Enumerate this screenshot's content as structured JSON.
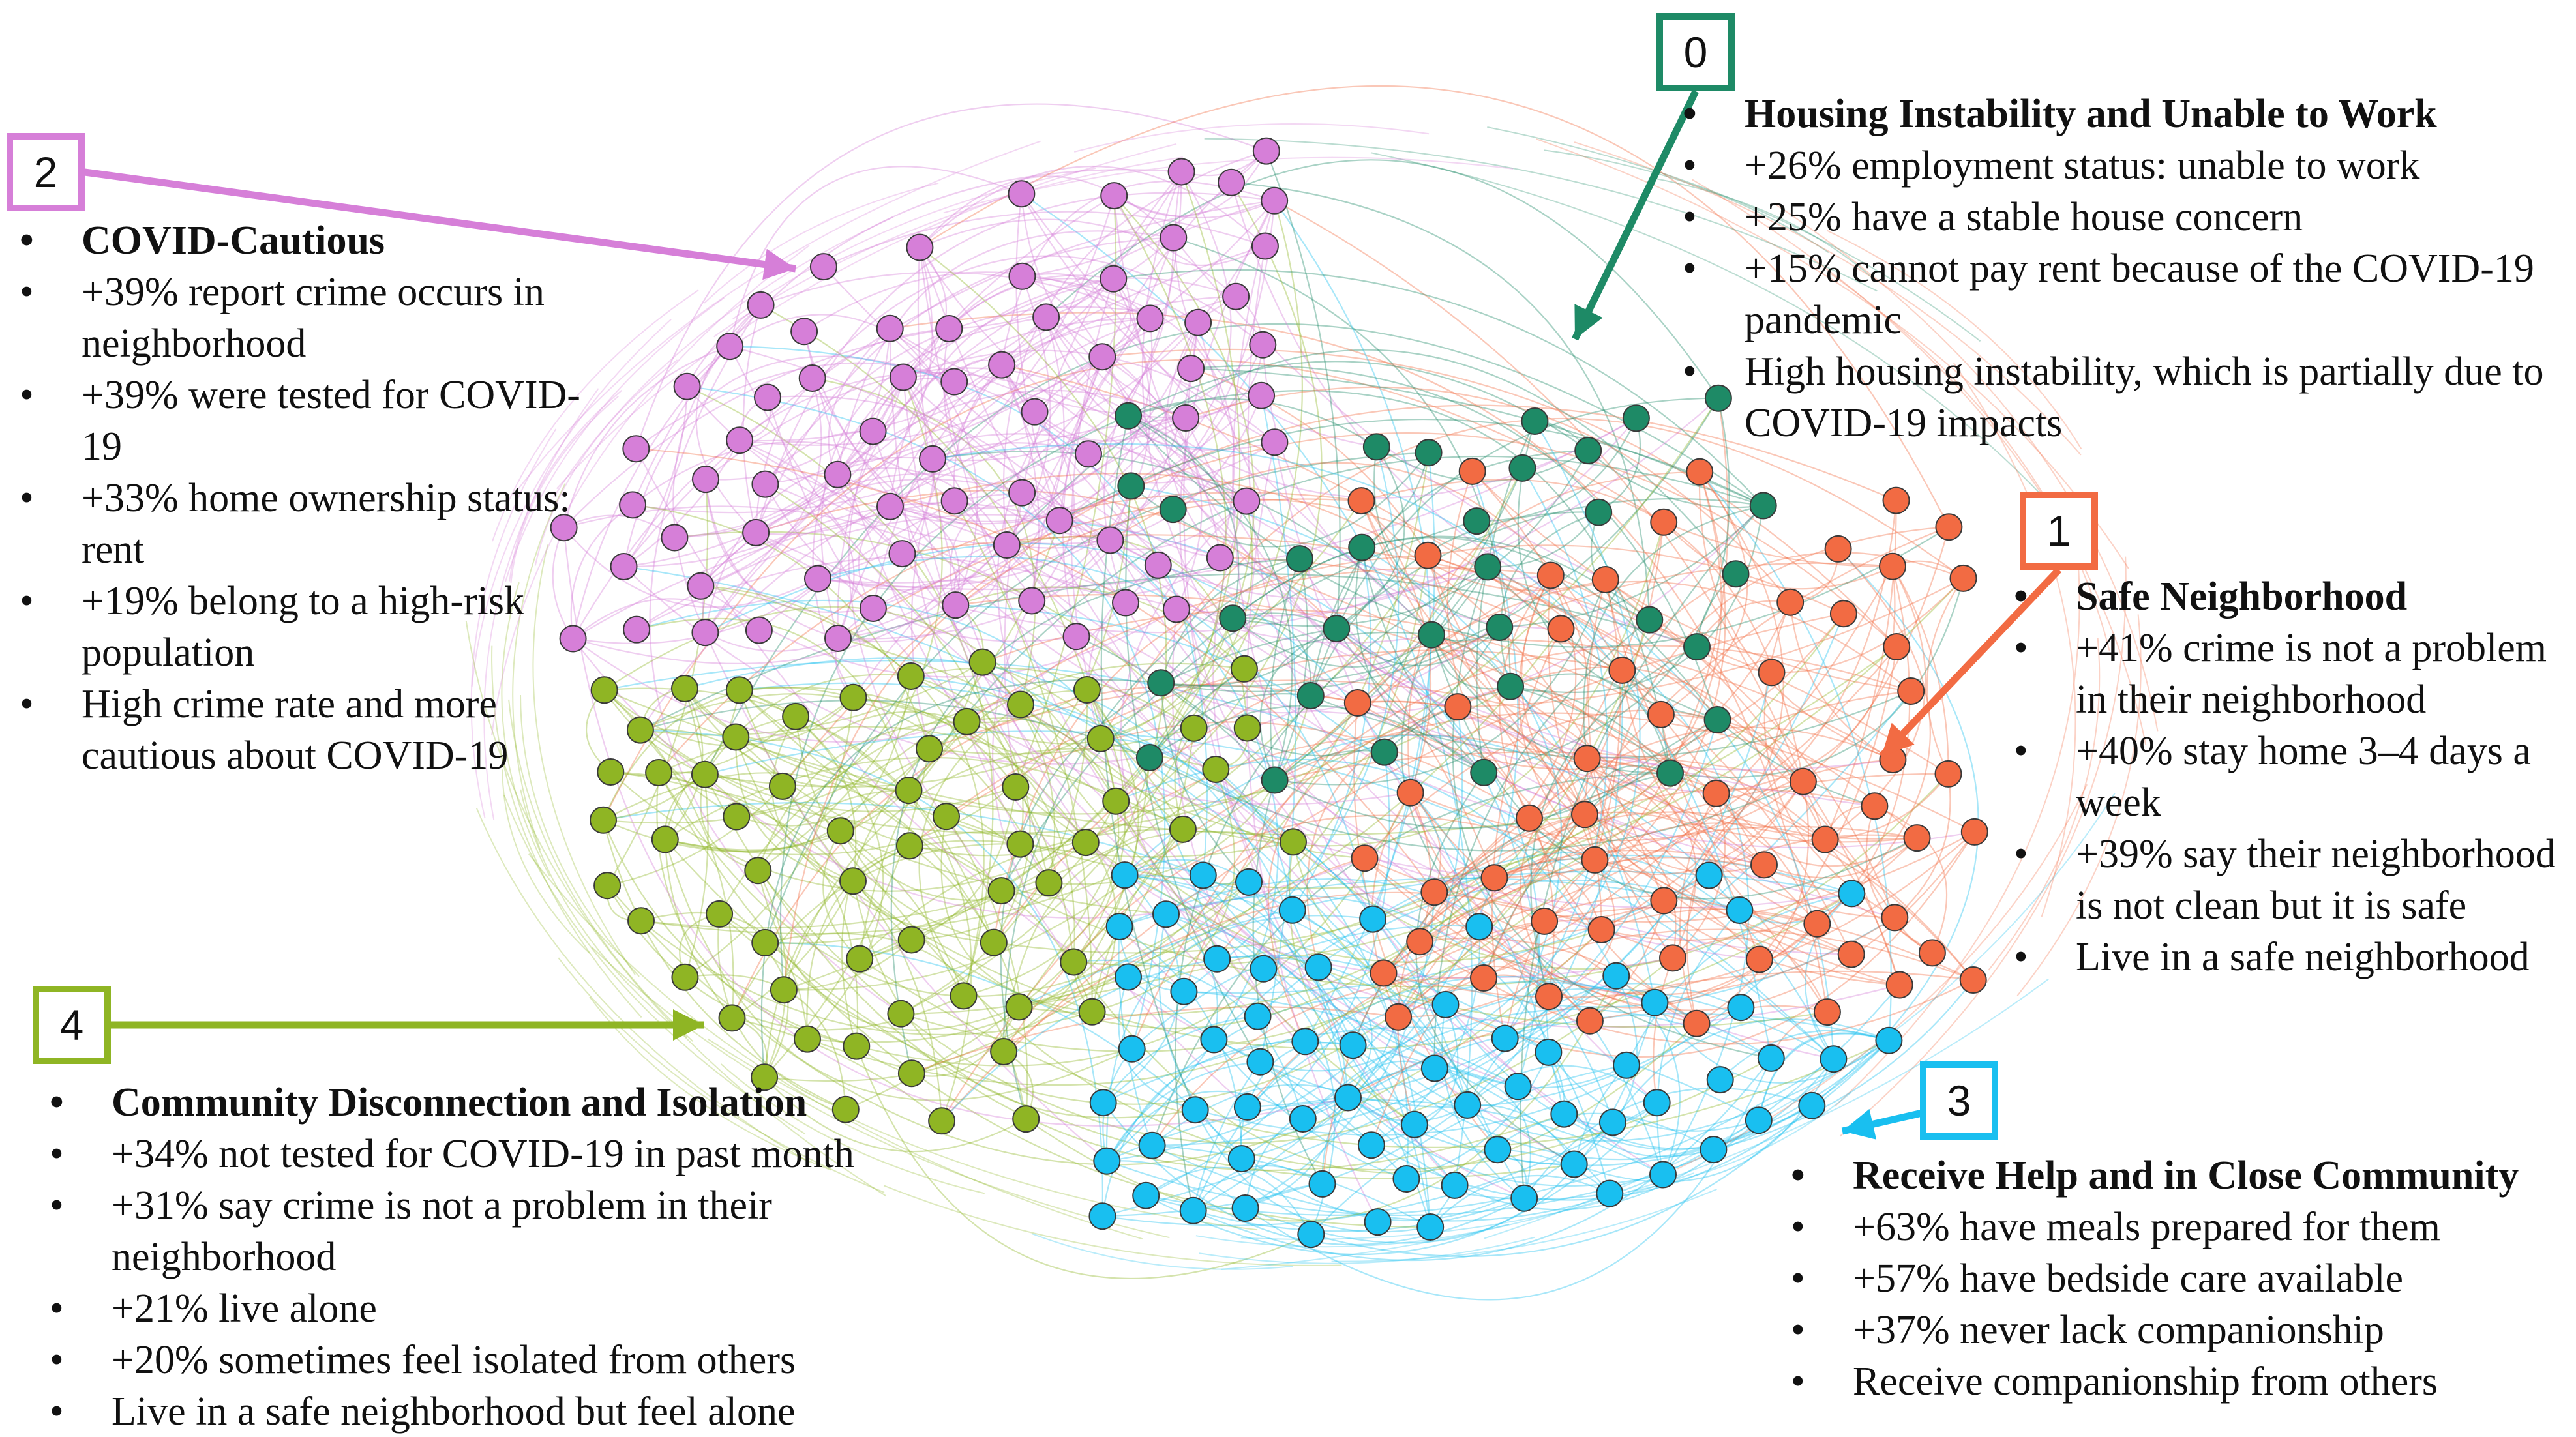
{
  "colors": {
    "c0": "#1e8a66",
    "c1": "#f26b43",
    "c2": "#d67fd8",
    "c3": "#19bff0",
    "c4": "#8fb524"
  },
  "clusters": [
    {
      "id": "0",
      "color": "#1e8a66",
      "title": "Housing Instability and Unable to Work",
      "bullets": [
        "+26% employment status: unable to work",
        "+25% have a stable house concern",
        "+15% cannot pay rent because of the COVID-19 pandemic",
        "High housing instability, which is partially due to COVID-19 impacts"
      ]
    },
    {
      "id": "1",
      "color": "#f26b43",
      "title": "Safe Neighborhood",
      "bullets": [
        "+41% crime is not a problem in their neighborhood",
        "+40% stay home 3–4 days a week",
        "+39% say their neighborhood is not clean but it is safe",
        "Live in a safe neighborhood"
      ]
    },
    {
      "id": "2",
      "color": "#d67fd8",
      "title": "COVID-Cautious",
      "bullets": [
        "+39% report crime occurs in neighborhood",
        "+39% were tested for COVID-19",
        "+33% home ownership status: rent",
        "+19% belong to a high-risk population",
        "High crime rate and more cautious about COVID-19"
      ]
    },
    {
      "id": "3",
      "color": "#19bff0",
      "title": "Receive Help and in Close Community",
      "bullets": [
        "+63% have meals prepared for them",
        "+57% have bedside care available",
        "+37% never lack companionship",
        "Receive companionship from others"
      ]
    },
    {
      "id": "4",
      "color": "#8fb524",
      "title": "Community Disconnection and Isolation",
      "bullets": [
        "+34% not tested for COVID-19 in past month",
        "+31% say crime is not a problem in their neighborhood",
        "+21% live alone",
        "+20% sometimes feel isolated from others",
        "Live in a safe neighborhood but feel alone"
      ]
    }
  ]
}
